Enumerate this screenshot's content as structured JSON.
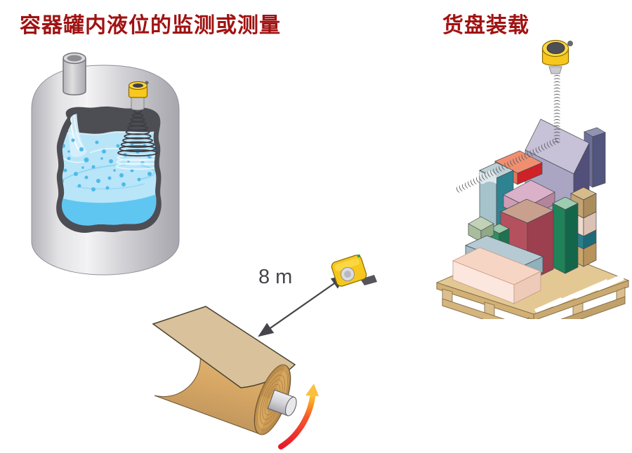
{
  "sections": {
    "tank": {
      "title": "容器罐内液位的监测或测量"
    },
    "pallet": {
      "title": "货盘装载"
    },
    "roll": {
      "distance_label": "8 m"
    }
  },
  "decor": {
    "beam_arcs_vertical": "((((((((((((((((((((((",
    "beam_arcs_diagonal": "(((((((((((((((((((((((((((((((((((("
  },
  "colors": {
    "title_text": "#a01212",
    "sensor_yellow": "#f6c71c",
    "sensor_opening_dark": "#4e4e56",
    "beam_gray": "#5a5a61",
    "tank_gray": "#d6d6da",
    "cutaway_dark": "#4d4d54",
    "liquid_light": "#b9e5f9",
    "liquid_deep": "#5fc6f2",
    "bubble_blue": "#4fb9ea",
    "pallet_wood": "#e4c894",
    "roll_tan": "#d8a865",
    "rotation_arrow_red": "#e8192c",
    "rotation_arrow_yellow": "#ffd24a",
    "distance_text": "#45454b"
  },
  "icons": {
    "tank_sensor": "radar-level-sensor-icon",
    "pallet_sensor": "radar-level-sensor-icon",
    "roll_sensor": "radar-distance-sensor-icon"
  }
}
